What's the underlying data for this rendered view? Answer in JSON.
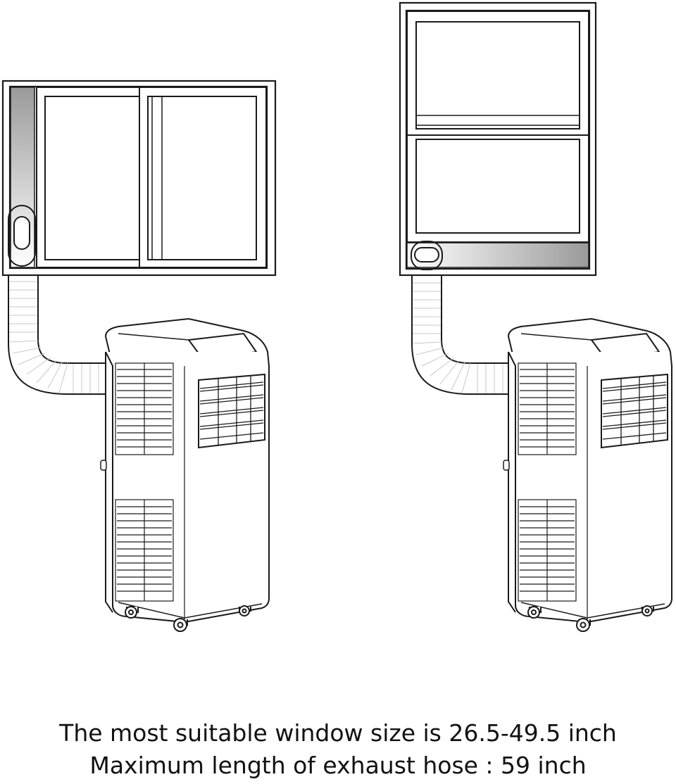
{
  "caption": {
    "line1": "The most suitable window size is 26.5-49.5 inch",
    "line2": "Maximum length of exhaust hose : 59 inch"
  },
  "installations": [
    {
      "window": "sliding-window",
      "unit": "portable-air-conditioner"
    },
    {
      "window": "sash-window",
      "unit": "portable-air-conditioner"
    }
  ],
  "colors": {
    "line": "#1a1a1a",
    "hose_rib": "#c8c8c8",
    "kit_dark": "#9a9a9a",
    "kit_light": "#ffffff"
  }
}
